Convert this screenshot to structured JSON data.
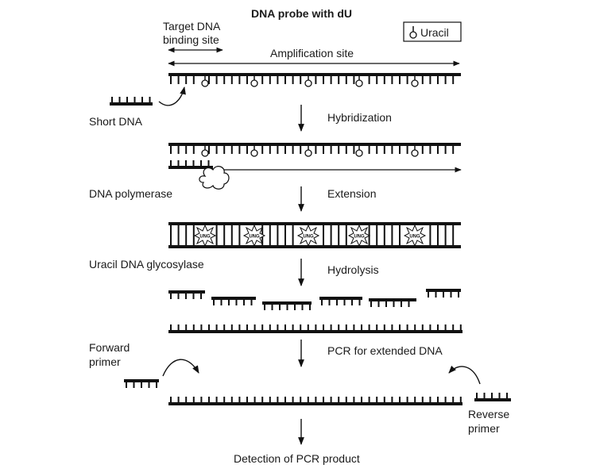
{
  "title": "DNA probe with dU",
  "legend": {
    "label": "Uracil",
    "icon": "uracil-symbol-icon"
  },
  "labels": {
    "target_site": "Target DNA\nbinding site",
    "amplification_site": "Amplification site",
    "short_dna": "Short DNA",
    "dna_polymerase": "DNA polymerase",
    "udg": "Uracil DNA glycosylase",
    "forward_primer": "Forward\nprimer",
    "reverse_primer": "Reverse\nprimer",
    "enzyme_mark": "UNG"
  },
  "steps": [
    "Hybridization",
    "Extension",
    "Hydrolysis",
    "PCR for extended DNA",
    "Detection of PCR product"
  ]
}
